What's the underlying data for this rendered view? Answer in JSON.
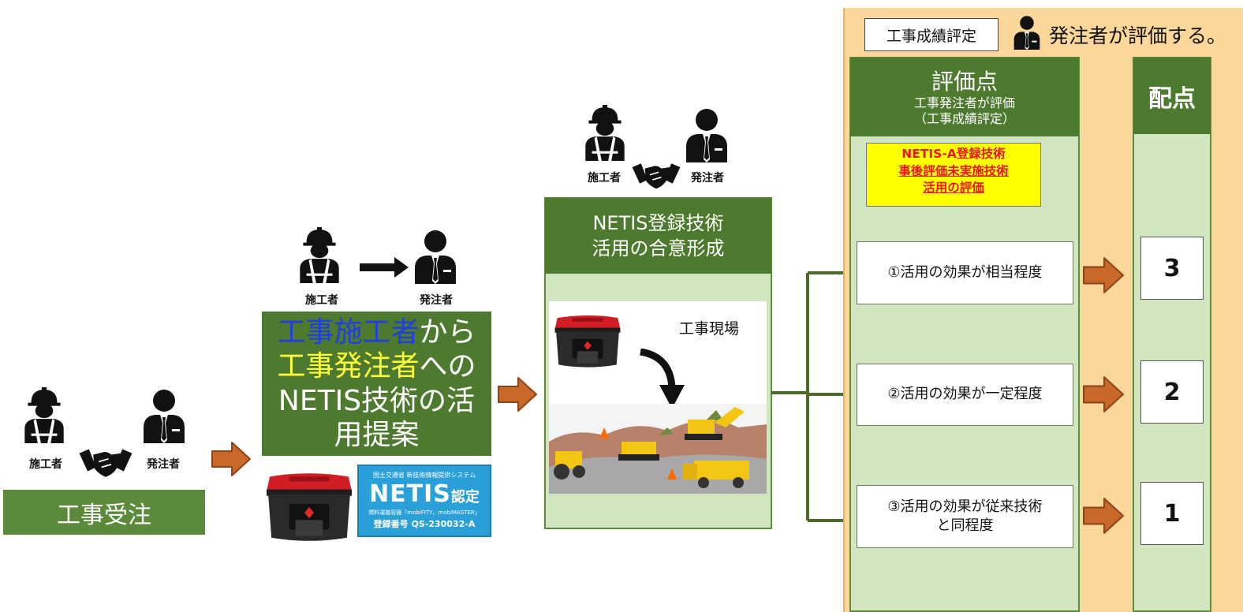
{
  "roles": {
    "contractor": "施工者",
    "client": "発注者"
  },
  "step1": {
    "title": "工事受注"
  },
  "step2": {
    "line1_blue": "工事施工者",
    "line1_rest": "から",
    "line2_yellow": "工事発注者",
    "line2_rest": "への",
    "line3": "NETIS技術の活",
    "line4": "用提案",
    "badge": {
      "top": "国土交通省 新技術情報提供システム",
      "main": "NETIS",
      "main_suffix": "認定",
      "product": "燃料運搬容器「mobiFITY、mobiMASTER」",
      "reg_label": "登録番号",
      "reg_no": "QS-230032-A"
    }
  },
  "step3": {
    "title_line1": "NETIS登録技術",
    "title_line2": "活用の合意形成",
    "site_label": "工事現場"
  },
  "evaluation": {
    "tag": "工事成績評定",
    "who": "発注者が評価する。",
    "points_header": {
      "title": "評価点",
      "sub1": "工事発注者が評価",
      "sub2": "（工事成績評定）"
    },
    "highlight": {
      "line1": "NETIS-A登録技術",
      "line2": "事後評価未実施技術",
      "line3": "活用の評価"
    },
    "score_header": "配点",
    "items": [
      {
        "label_line1": "①活用の効果が相当程度",
        "label_line2": "",
        "score": "3"
      },
      {
        "label_line1": "②活用の効果が一定程度",
        "label_line2": "",
        "score": "2"
      },
      {
        "label_line1": "③活用の効果が従来技術",
        "label_line2": "と同程度",
        "score": "1"
      }
    ]
  },
  "colors": {
    "green_dark": "#4d7a2f",
    "green_light": "#d3e6c2",
    "orange_panel": "#fbd79a",
    "arrow_orange": "#c8692a",
    "highlight_yellow": "#ffff00",
    "highlight_red": "#e8171b",
    "text_blue": "#1f3fe0",
    "text_yellow": "#ffff3a",
    "badge_blue": "#2a9fd8"
  }
}
